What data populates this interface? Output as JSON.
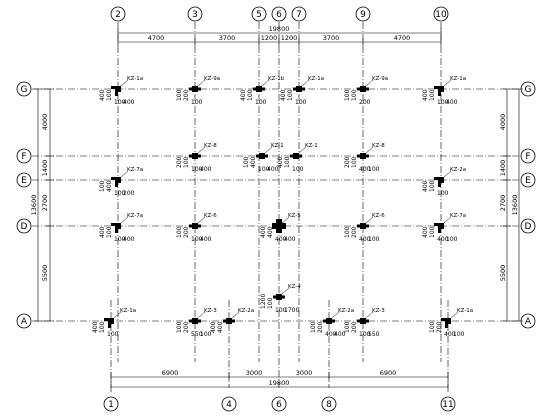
{
  "grid": {
    "vertical_top": [
      "2",
      "3",
      "5",
      "6",
      "7",
      "9",
      "10"
    ],
    "vertical_bottom": [
      "1",
      "4",
      "6",
      "8",
      "11"
    ],
    "horizontal": [
      "G",
      "F",
      "E",
      "D",
      "A"
    ]
  },
  "dims": {
    "top_total": "19800",
    "top_spans": [
      "4700",
      "3700",
      "1200",
      "1200",
      "3700",
      "4700"
    ],
    "bottom_total": "19800",
    "bottom_spans": [
      "6900",
      "3000",
      "3000",
      "6900"
    ],
    "left_total": "13600",
    "left_spans": [
      "4000",
      "1400",
      "2700",
      "5500"
    ],
    "right_total": "13600",
    "right_spans": [
      "4000",
      "1400",
      "2700",
      "5500"
    ]
  },
  "columns": [
    {
      "id": "G2",
      "label": "KZ-1a",
      "size1": "400",
      "size2": "100",
      "size3": "100",
      "size4": "400"
    },
    {
      "id": "G3",
      "label": "KZ-9a",
      "size1": "100",
      "size2": "200",
      "size3": "100",
      "size4": ""
    },
    {
      "id": "G5",
      "label": "KZ-1b",
      "size1": "400",
      "size2": "100",
      "size3": "100",
      "size4": ""
    },
    {
      "id": "G7",
      "label": "KZ-1a",
      "size1": "400",
      "size2": "100",
      "size3": "100",
      "size4": ""
    },
    {
      "id": "G9",
      "label": "KZ-9a",
      "size1": "100",
      "size2": "100",
      "size3": "200",
      "size4": ""
    },
    {
      "id": "G10",
      "label": "KZ-1a",
      "size1": "400",
      "size2": "100",
      "size3": "100",
      "size4": "400"
    },
    {
      "id": "F3",
      "label": "KZ-8",
      "size1": "200",
      "size2": "100",
      "size3": "100",
      "size4": "400"
    },
    {
      "id": "F5",
      "label": "KZ-1",
      "size1": "100",
      "size2": "400",
      "size3": "100",
      "size4": "400"
    },
    {
      "id": "F7",
      "label": "KZ-1",
      "size1": "400",
      "size2": "100",
      "size3": "100",
      "size4": ""
    },
    {
      "id": "F9",
      "label": "KZ-8",
      "size1": "200",
      "size2": "100",
      "size3": "400",
      "size4": "100"
    },
    {
      "id": "E2",
      "label": "KZ-7a",
      "size1": "100",
      "size2": "400",
      "size3": "100",
      "size4": "200"
    },
    {
      "id": "E10",
      "label": "KZ-2a",
      "size1": "400",
      "size2": "100",
      "size3": "100",
      "size4": ""
    },
    {
      "id": "D2",
      "label": "KZ-7a",
      "size1": "400",
      "size2": "100",
      "size3": "100",
      "size4": "400"
    },
    {
      "id": "D3",
      "label": "KZ-6",
      "size1": "100",
      "size2": "200",
      "size3": "100",
      "size4": "400"
    },
    {
      "id": "D6",
      "label": "KZ-5",
      "size1": "400",
      "size2": "400",
      "size3": "400",
      "size4": "400"
    },
    {
      "id": "D9",
      "label": "KZ-6",
      "size1": "100",
      "size2": "200",
      "size3": "400",
      "size4": "100"
    },
    {
      "id": "D10",
      "label": "KZ-7a",
      "size1": "400",
      "size2": "100",
      "size3": "400",
      "size4": "100"
    },
    {
      "id": "M6",
      "label": "KZ-4",
      "size1": "1200",
      "size2": "100",
      "size3": "100",
      "size4": "1700"
    },
    {
      "id": "A1",
      "label": "KZ-1a",
      "size1": "400",
      "size2": "100",
      "size3": "100",
      "size4": ""
    },
    {
      "id": "A3",
      "label": "KZ-3",
      "size1": "100",
      "size2": "200",
      "size3": "550",
      "size4": "100"
    },
    {
      "id": "A4",
      "label": "KZ-2a",
      "size1": "400",
      "size2": "400",
      "size3": "",
      "size4": ""
    },
    {
      "id": "A8",
      "label": "KZ-2a",
      "size1": "100",
      "size2": "200",
      "size3": "400",
      "size4": "400"
    },
    {
      "id": "A9",
      "label": "KZ-3",
      "size1": "100",
      "size2": "200",
      "size3": "100",
      "size4": "550"
    },
    {
      "id": "A11",
      "label": "KZ-1a",
      "size1": "100",
      "size2": "200",
      "size3": "400",
      "size4": "100"
    }
  ]
}
